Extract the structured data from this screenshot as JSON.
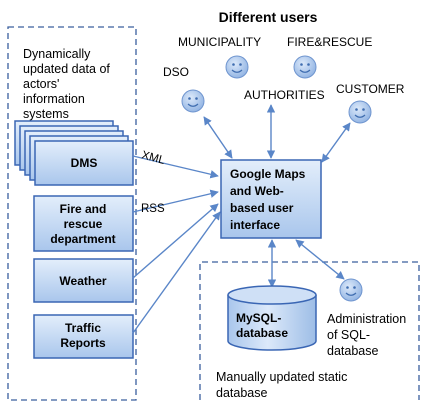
{
  "title": "Different users",
  "left_panel": {
    "heading": [
      "Dynamically",
      "updated data of",
      "actors'",
      "information",
      "systems"
    ]
  },
  "sources": [
    {
      "id": "dms",
      "lines": [
        "DMS"
      ]
    },
    {
      "id": "fire",
      "lines": [
        "Fire and",
        "rescue",
        "department"
      ]
    },
    {
      "id": "weather",
      "lines": [
        "Weather"
      ]
    },
    {
      "id": "traffic",
      "lines": [
        "Traffic",
        "Reports"
      ]
    }
  ],
  "connector_labels": {
    "xml": "XML",
    "rss": "RSS"
  },
  "hub": {
    "lines": [
      "Google Maps",
      "and Web-",
      "based user",
      "interface"
    ]
  },
  "users": {
    "dso": "DSO",
    "municipality": "MUNICIPALITY",
    "fire_rescue": "FIRE&RESCUE",
    "authorities": "AUTHORITIES",
    "customer": "CUSTOMER"
  },
  "database": {
    "lines": [
      "MySQL-",
      "database"
    ]
  },
  "admin": {
    "lines": [
      "Administration",
      "of SQL-",
      "database"
    ]
  },
  "static_caption": [
    "Manually updated static",
    "database"
  ],
  "colors": {
    "box_fill": "#c9dcf5",
    "box_border": "#3a66b4",
    "face_fill": "#a9c6ec",
    "arrow": "#5a86c8",
    "dash": "#3a5f9e"
  }
}
